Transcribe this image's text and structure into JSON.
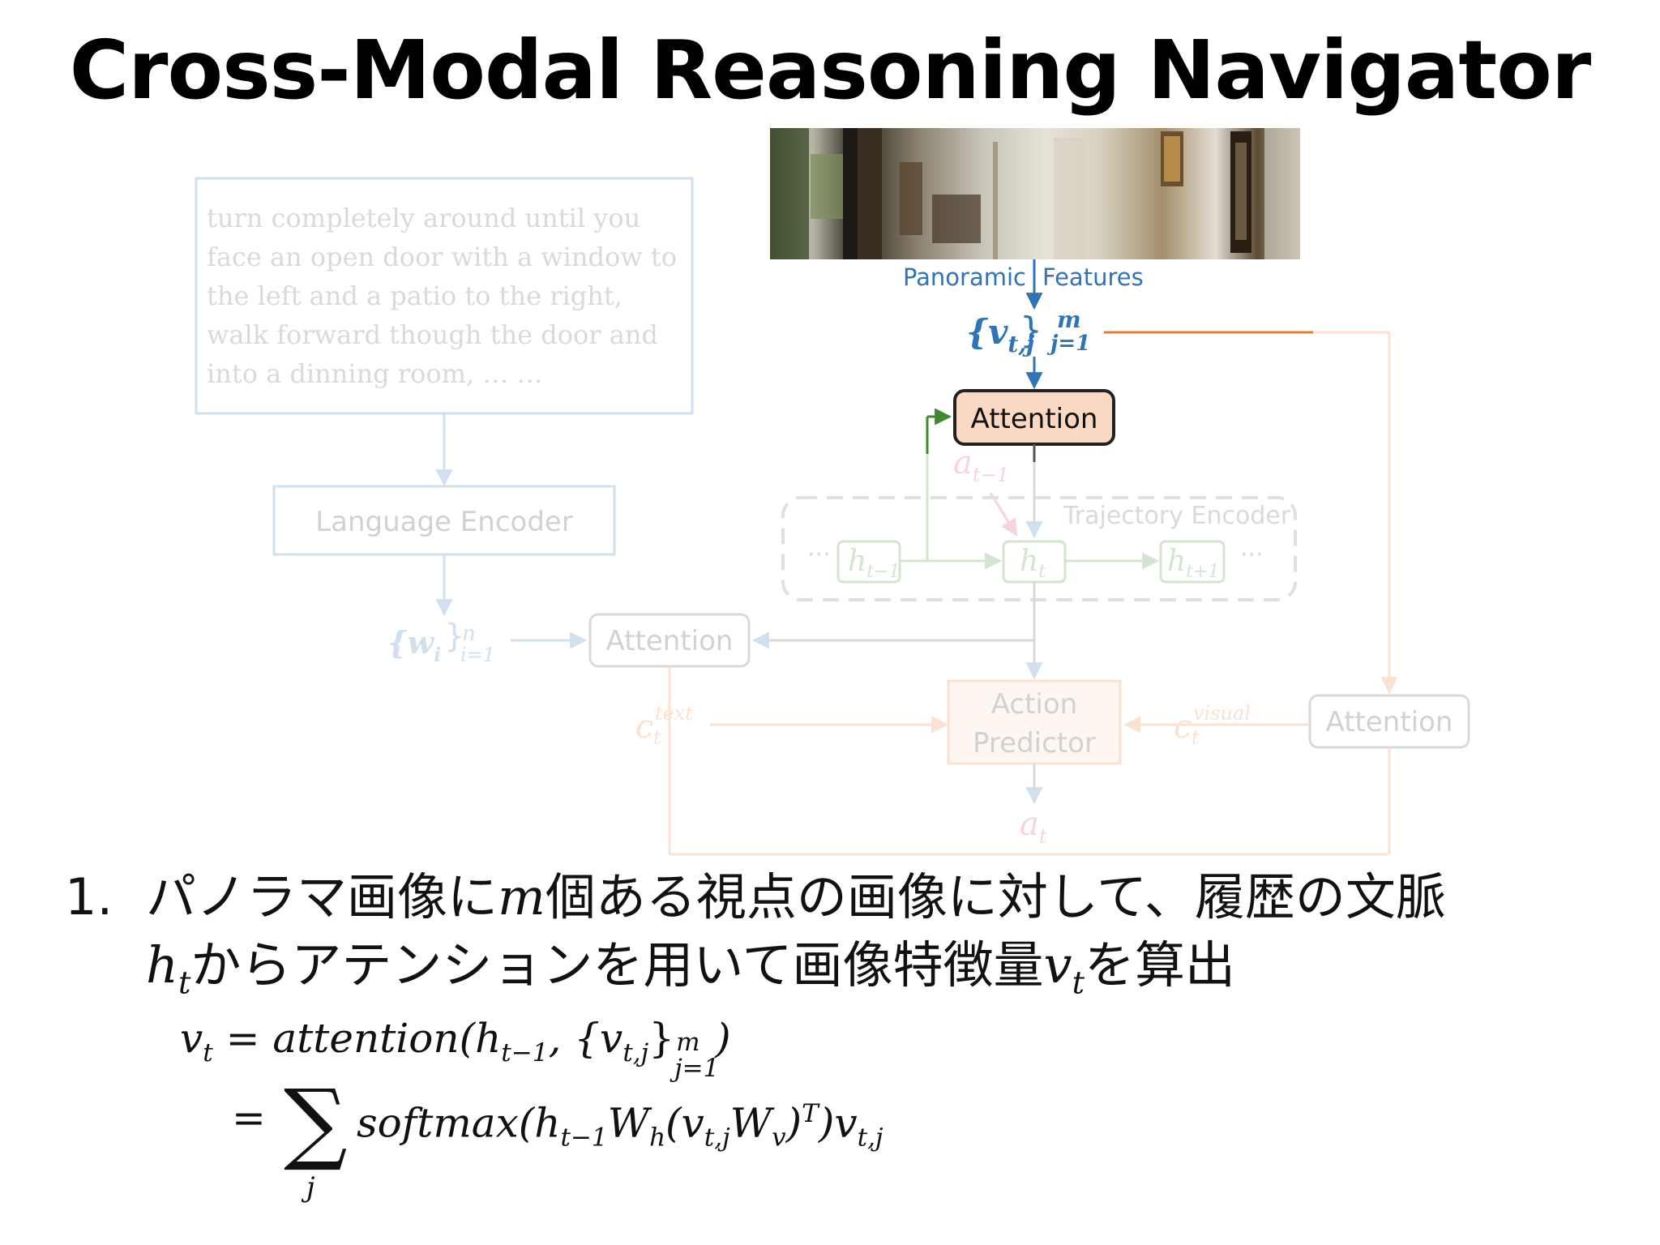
{
  "title": "Cross-Modal Reasoning Navigator",
  "diagram": {
    "instruction_text": [
      "turn completely around until you",
      "face an open door with a window to",
      "the left and a patio to the right,",
      "walk forward though the door and",
      "into a dinning room, … …"
    ],
    "language_encoder": "Language Encoder",
    "word_features": "{w",
    "word_features_sub": "i",
    "word_features_sup": "n",
    "word_features_range": "i=1",
    "text_attention": "Attention",
    "panoramic_left": "Panoramic",
    "panoramic_right": "Features",
    "visual_features": "{v",
    "visual_features_sub": "t,j",
    "visual_features_sup": "m",
    "visual_features_range": "j=1",
    "visual_attention": "Attention",
    "prev_action": "a",
    "prev_action_sub": "t−1",
    "trajectory_encoder": "Trajectory Encoder",
    "h_prev": "h",
    "h_prev_sub": "t−1",
    "h_cur": "h",
    "h_cur_sub": "t",
    "h_next": "h",
    "h_next_sub": "t+1",
    "ellipsis": "···",
    "ctx_text": "c",
    "ctx_text_sub": "t",
    "ctx_text_sup": "text",
    "action_predictor_1": "Action",
    "action_predictor_2": "Predictor",
    "ctx_visual": "c",
    "ctx_visual_sub": "t",
    "ctx_visual_sup": "visual",
    "visual_ctx_attention": "Attention",
    "action": "a",
    "action_sub": "t",
    "colors": {
      "blue": "#2f74b5",
      "orange": "#e97c2c",
      "green": "#3f8a2e",
      "attention_fill": "#f9d9c4"
    }
  },
  "bullet": {
    "number": "1.",
    "line1_a": "パノラマ画像に",
    "line1_m": "m",
    "line1_b": "個ある視点の画像に対して、履歴の文脈",
    "line2_h": "h",
    "line2_h_sub": "t",
    "line2_a": "からアテンションを用いて画像特徴量",
    "line2_v": "v",
    "line2_v_sub": "t",
    "line2_b": "を算出"
  },
  "equation": {
    "l1_lhs": "v",
    "l1_lhs_sub": "t",
    "l1_eq": " = attention(h",
    "l1_h_sub": "t−1",
    "l1_mid": ", {v",
    "l1_v_sub": "t,j",
    "l1_close": "}",
    "l1_sup": "m",
    "l1_range": "j=1",
    "l1_end": ")",
    "l2_eq": "=",
    "l2_sigma": "∑",
    "l2_sigma_sub": "j",
    "l2_a": "softmax(h",
    "l2_h_sub": "t−1",
    "l2_b": "W",
    "l2_wh_sub": "h",
    "l2_c": "(v",
    "l2_v_sub": "t,j",
    "l2_d": "W",
    "l2_wv_sub": "v",
    "l2_e": ")",
    "l2_T": "T",
    "l2_f": ")v",
    "l2_v2_sub": "t,j"
  }
}
